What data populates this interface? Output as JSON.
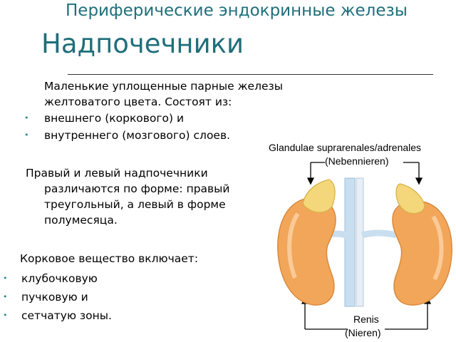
{
  "header": "Периферические эндокринные железы",
  "title": "Надпочечники",
  "intro": {
    "line1": "Маленькие уплощенные парные железы",
    "line2": "желтоватого цвета. Состоят из:"
  },
  "layers": [
    "внешнего (коркового) и",
    "внутреннего (мозгового) слоев."
  ],
  "shape": {
    "line1": "Правый и левый надпочечники",
    "line2": "различаются по форме: правый",
    "line3": "треугольный, а левый в форме",
    "line4": "полумесяца."
  },
  "cortex_heading": "Корковое вещество включает:",
  "zones": [
    "клубочковую",
    "пучковую и",
    "сетчатую зоны."
  ],
  "figure": {
    "label_top_1": "Glandulae suprarenales/adrenales",
    "label_top_2": "(Nebennieren)",
    "label_bottom_1": "Renis",
    "label_bottom_2": "(Nieren)"
  },
  "colors": {
    "heading": "#1f6f7a",
    "bullet": "#2a8a96",
    "kidney": "#f2a65a",
    "gland": "#f4d77a",
    "vessel": "#c9dff0"
  }
}
